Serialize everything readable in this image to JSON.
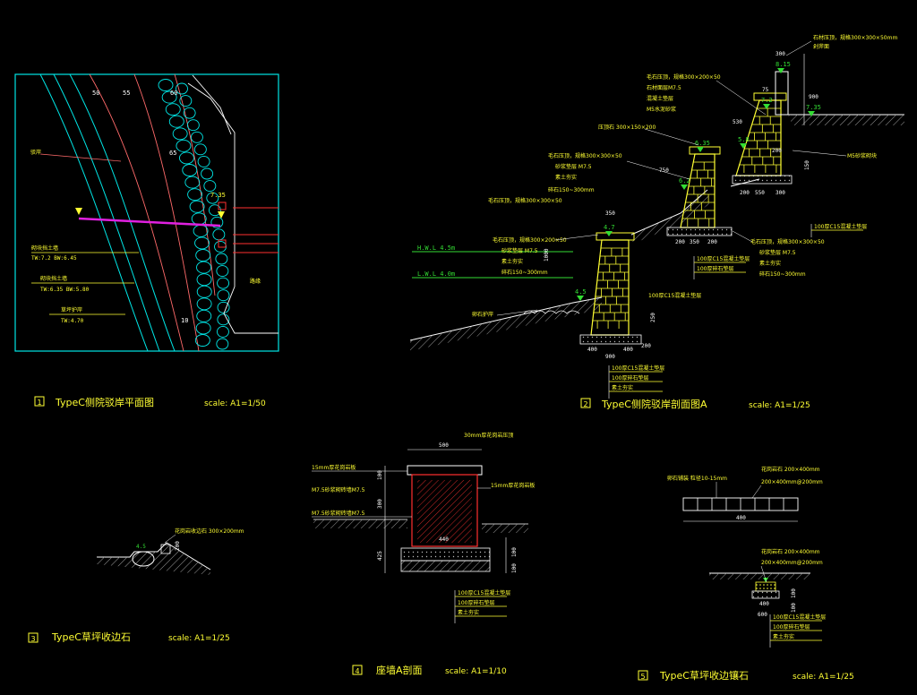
{
  "colors": {
    "background": "#000000",
    "cyan": "#00e6e6",
    "yellow": "#ffff33",
    "red": "#ff3030",
    "magenta": "#e020e0",
    "white": "#ffffff",
    "green": "#33dd33",
    "grey": "#9a9a9a"
  },
  "panel1": {
    "number": "1",
    "title": "TypeC侧院驳岸平面图",
    "scale": "scale: A1=1/50",
    "contours": [
      "50",
      "55",
      "60",
      "65",
      "10"
    ],
    "elev_mark": "7.35",
    "callouts": {
      "a": "驳岸",
      "b1": "砌块挡土墙",
      "b2": "TW:7.2  BW:6.45",
      "c1": "砌块挡土墙",
      "c2": "TW:6.35  BW:5.80",
      "d1": "草坪护岸",
      "d2": "TW:4.70",
      "right": "路缘"
    }
  },
  "panel2": {
    "number": "2",
    "title": "TypeC侧院驳岸剖面图A",
    "scale": "scale: A1=1/25",
    "water_high": "H.W.L 4.5m",
    "water_low": "L.W.L 4.0m",
    "elevations": [
      "8.15",
      "7.2",
      "7.35",
      "6.35",
      "6.2",
      "5.8",
      "4.7",
      "4.5"
    ],
    "dims": [
      "300",
      "900",
      "75",
      "750",
      "350",
      "530",
      "200",
      "550",
      "300",
      "200",
      "350",
      "200",
      "400",
      "1000",
      "900",
      "400",
      "200",
      "250",
      "150",
      "200"
    ],
    "notes_top_right": [
      "石材压顶，规格300×300×50mm",
      "剁斧面"
    ],
    "notes_mid": [
      "毛石压顶，规格300×200×50",
      "石材面层M7.5",
      "混凝土垫层",
      "M5水泥砂浆"
    ],
    "notes_left": [
      "毛石压顶，规格300×300×50",
      "砂浆垫层 M7.5",
      "素土夯实",
      "碎石150~300mm"
    ],
    "note_cap": "压顶石 300×150×200",
    "note_wall": "卵石护岸",
    "note_right": "M5砂浆砌块",
    "layers_a": [
      "100厚C15混凝土垫层",
      "100厚碎石垫层",
      "素土夯实"
    ],
    "layers_b": [
      "100厚C15混凝土垫层",
      "100厚碎石垫层"
    ]
  },
  "panel3": {
    "number": "3",
    "title": "TypeC草坪收边石",
    "scale": "scale: A1=1/25",
    "note": "花岗岩收边石 300×200mm",
    "dim": "200",
    "mark": "4.5"
  },
  "panel4": {
    "number": "4",
    "title": "座墙A剖面",
    "scale": "scale: A1=1/10",
    "dims_top": [
      "500",
      "440"
    ],
    "dims_left": [
      "100",
      "300",
      "425"
    ],
    "dims_right": [
      "100",
      "100"
    ],
    "notes_left": [
      "15mm厚花岗岩板",
      "M7.5砂浆砌砖墙M7.5"
    ],
    "notes_top": [
      "30mm厚花岗岩压顶",
      "15mm厚花岗岩板"
    ],
    "layers": [
      "100厚C15混凝土垫层",
      "100厚碎石垫层",
      "素土夯实"
    ]
  },
  "panel5": {
    "number": "5",
    "title": "TypeC草坪收边镶石",
    "scale": "scale: A1=1/25",
    "top_notes": [
      "卵石铺装 粒径10-15mm",
      "花岗岩石 200×400mm",
      "200×400mm@200mm"
    ],
    "top_dim": "400",
    "bot_notes": [
      "花岗岩石 200×400mm",
      "200×400mm@200mm"
    ],
    "bot_dims": [
      "400",
      "600",
      "100",
      "100"
    ],
    "layers": [
      "100厚C15混凝土垫层",
      "100厚碎石垫层",
      "素土夯实"
    ]
  }
}
